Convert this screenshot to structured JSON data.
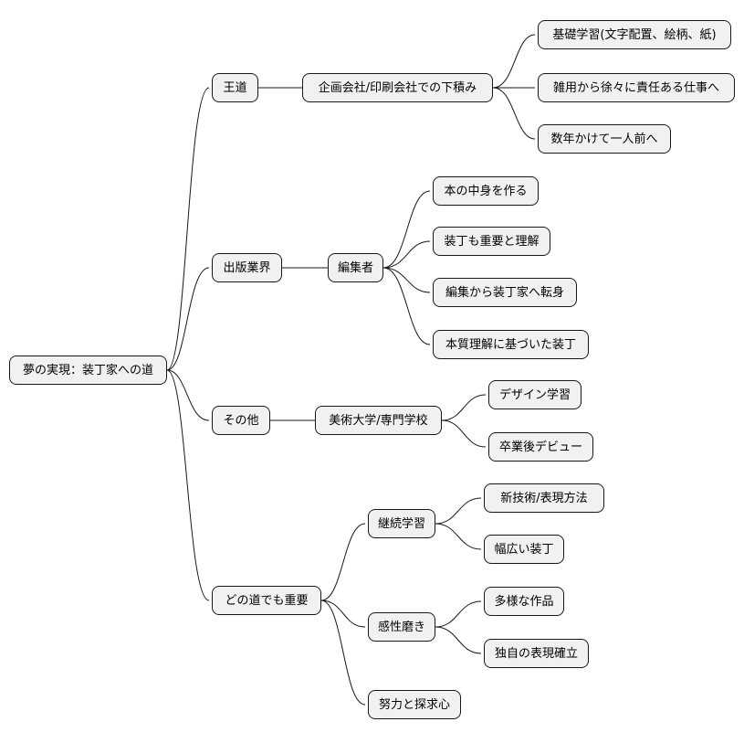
{
  "mindmap": {
    "root": "夢の実現：装丁家への道",
    "branches": [
      {
        "label": "王道",
        "children": [
          {
            "label": "企画会社/印刷会社での下積み",
            "children": [
              "基礎学習(文字配置、絵柄、紙)",
              "雑用から徐々に責任ある仕事へ",
              "数年かけて一人前へ"
            ]
          }
        ]
      },
      {
        "label": "出版業界",
        "children": [
          {
            "label": "編集者",
            "children": [
              "本の中身を作る",
              "装丁も重要と理解",
              "編集から装丁家へ転身",
              "本質理解に基づいた装丁"
            ]
          }
        ]
      },
      {
        "label": "その他",
        "children": [
          {
            "label": "美術大学/専門学校",
            "children": [
              "デザイン学習",
              "卒業後デビュー"
            ]
          }
        ]
      },
      {
        "label": "どの道でも重要",
        "children": [
          {
            "label": "継続学習",
            "children": [
              "新技術/表現方法",
              "幅広い装丁"
            ]
          },
          {
            "label": "感性磨き",
            "children": [
              "多様な作品",
              "独自の表現確立"
            ]
          },
          {
            "label": "努力と探求心",
            "children": []
          }
        ]
      }
    ]
  }
}
